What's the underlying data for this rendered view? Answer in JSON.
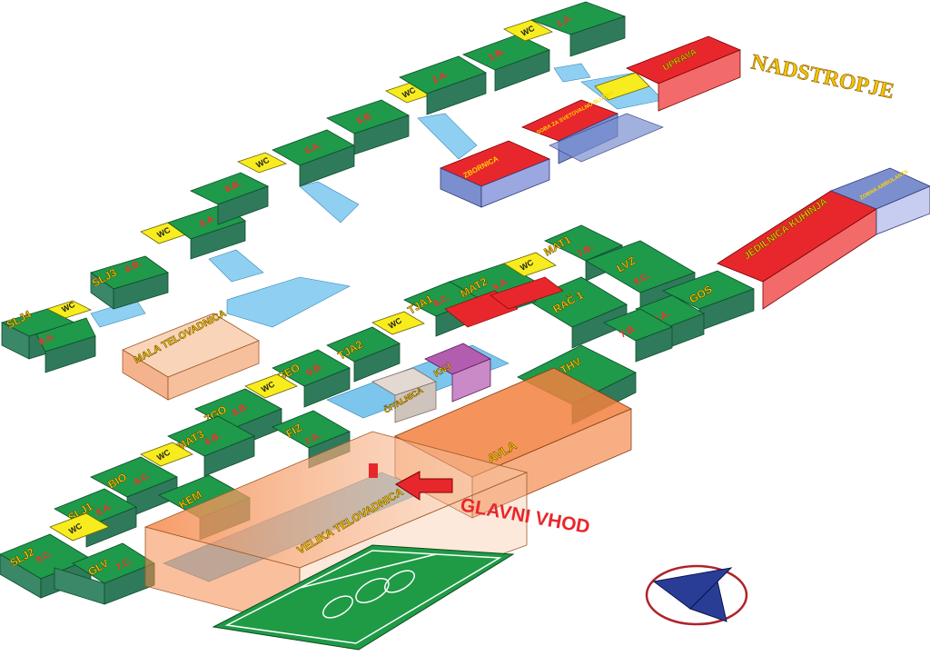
{
  "labels": {
    "floor_title": "NADSTROPJE",
    "main_entrance": "GLAVNI VHOD"
  },
  "upper_floor_rooms": [
    {
      "name": "SLJ4",
      "cls": "8.A."
    },
    {
      "name": "WC"
    },
    {
      "name": "SLJ3",
      "cls": "6.B."
    },
    {
      "name": "WC"
    },
    {
      "name": "",
      "cls": "6.A."
    },
    {
      "name": "",
      "cls": "8.B."
    },
    {
      "name": "WC"
    },
    {
      "name": "",
      "cls": "5.A."
    },
    {
      "name": "",
      "cls": "5.B."
    },
    {
      "name": "WC"
    },
    {
      "name": "",
      "cls": "2.A."
    },
    {
      "name": "",
      "cls": "1.B."
    },
    {
      "name": "WC"
    },
    {
      "name": "",
      "cls": "1.A."
    }
  ],
  "upper_admin": {
    "uprava": "UPRAVA",
    "zbornica": "ZBORNICA",
    "svetovalna": "SOBA ZA SVETOVALNO SLUŽBO"
  },
  "mala_telovadnica": "MALA TELOVADNICA",
  "ground_rooms": {
    "slj2": {
      "name": "SLJ2",
      "cls": "9.C."
    },
    "glv": {
      "name": "GLV",
      "cls": "7.C."
    },
    "slj1": {
      "name": "SLJ1",
      "cls": "8.A."
    },
    "bio": {
      "name": "BIO",
      "cls": "6.C."
    },
    "kem": {
      "name": "KEM"
    },
    "mat3": {
      "name": "MAT3",
      "cls": "6.B."
    },
    "zgo": {
      "name": "ZGO",
      "cls": "8.B."
    },
    "fiz": {
      "name": "FIZ",
      "cls": "7.A."
    },
    "geo": {
      "name": "GEO",
      "cls": "9.B."
    },
    "tja2": {
      "name": "TJA2"
    },
    "tja1": {
      "name": "TJA1",
      "cls": "8.C."
    },
    "mat2": {
      "name": "MAT2",
      "cls": "9.A."
    },
    "mat1": {
      "name": "MAT1",
      "cls": "7.B."
    },
    "lvz": {
      "name": "LVZ",
      "cls": "9.C."
    },
    "rac1": {
      "name": "RAČ 1"
    },
    "gos": {
      "name": "GOS"
    },
    "thv": {
      "name": "THV"
    },
    "r_7b": {
      "cls": "7.B."
    },
    "r_3a": {
      "cls": "3.A."
    },
    "wc": "WC"
  },
  "special_rooms": {
    "citalnica": "ČITALNICA",
    "knj": "KNJ",
    "avla": "AVLA",
    "jedilnica": "JEDILNICA KUHINJA",
    "zobna": "ZOBNA AMBULANTA",
    "velika_telovadnica": "VELIKA TELOVADNICA"
  },
  "colors": {
    "room_green": "#1e9a4a",
    "room_side": "#2f7a5a",
    "corridor_blue": "#7cc6ee",
    "wc_yellow": "#f7ec1e",
    "admin_red": "#e8272c",
    "gym_orange": "#f2803f",
    "purple": "#b35db0",
    "court_green": "#1f9a45"
  },
  "compass": {
    "icon": "compass-north-arrow-icon"
  }
}
